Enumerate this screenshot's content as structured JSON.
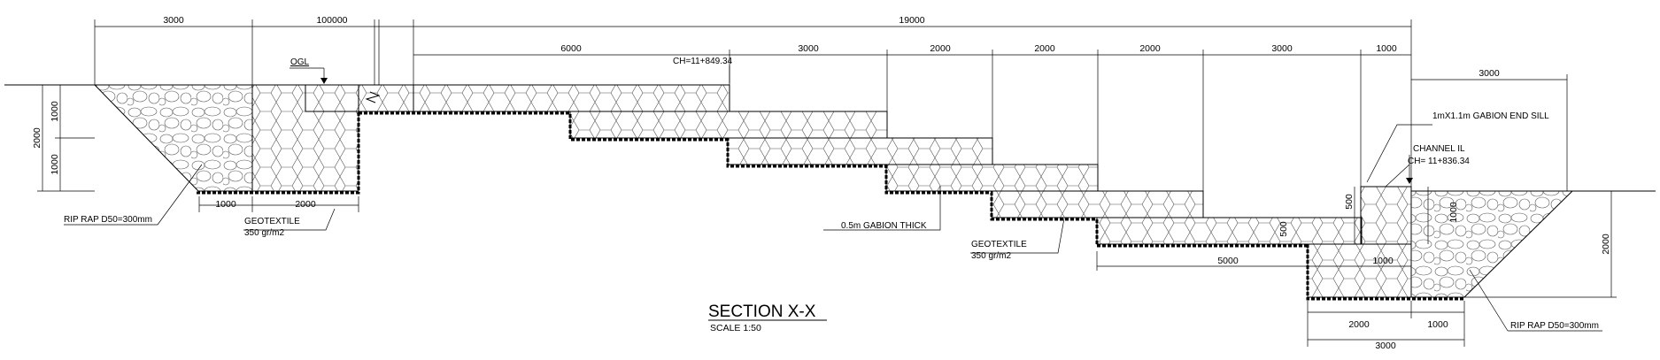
{
  "title": "SECTION X-X",
  "scale": "SCALE 1:50",
  "dimensions": {
    "top_3000": "3000",
    "top_100000": "100000",
    "top_19000": "19000",
    "seg_6000": "6000",
    "seg_3000_a": "3000",
    "seg_2000_a": "2000",
    "seg_2000_b": "2000",
    "seg_2000_c": "2000",
    "seg_3000_b": "3000",
    "seg_1000": "1000",
    "right_3000": "3000",
    "left_v_2000": "2000",
    "left_v_1000_a": "1000",
    "left_v_1000_b": "1000",
    "left_b_1000": "1000",
    "left_b_2000": "2000",
    "right_v_500_a": "500",
    "right_v_500_b": "500",
    "right_v_1000": "1000",
    "right_v_2000": "2000",
    "bot_5000": "5000",
    "bot_1000_in": "1000",
    "bot_2000": "2000",
    "bot_1000": "1000",
    "bot_3000": "3000"
  },
  "labels": {
    "ogl": "OGL",
    "chainage_upstream": "CH=11+849.34",
    "end_sill": "1mX1.1m GABION END SILL",
    "channel_il": "CHANNEL IL",
    "chainage_downstream": "CH= 11+836.34",
    "riprap_left": "RIP RAP D50=300mm",
    "geotextile_left_1": "GEOTEXTILE",
    "geotextile_left_2": "350 gr/m2",
    "gabion_thick": "0.5m GABION THICK",
    "geotextile_right_1": "GEOTEXTILE",
    "geotextile_right_2": "350 gr/m2",
    "riprap_right": "RIP RAP D50=300mm"
  }
}
